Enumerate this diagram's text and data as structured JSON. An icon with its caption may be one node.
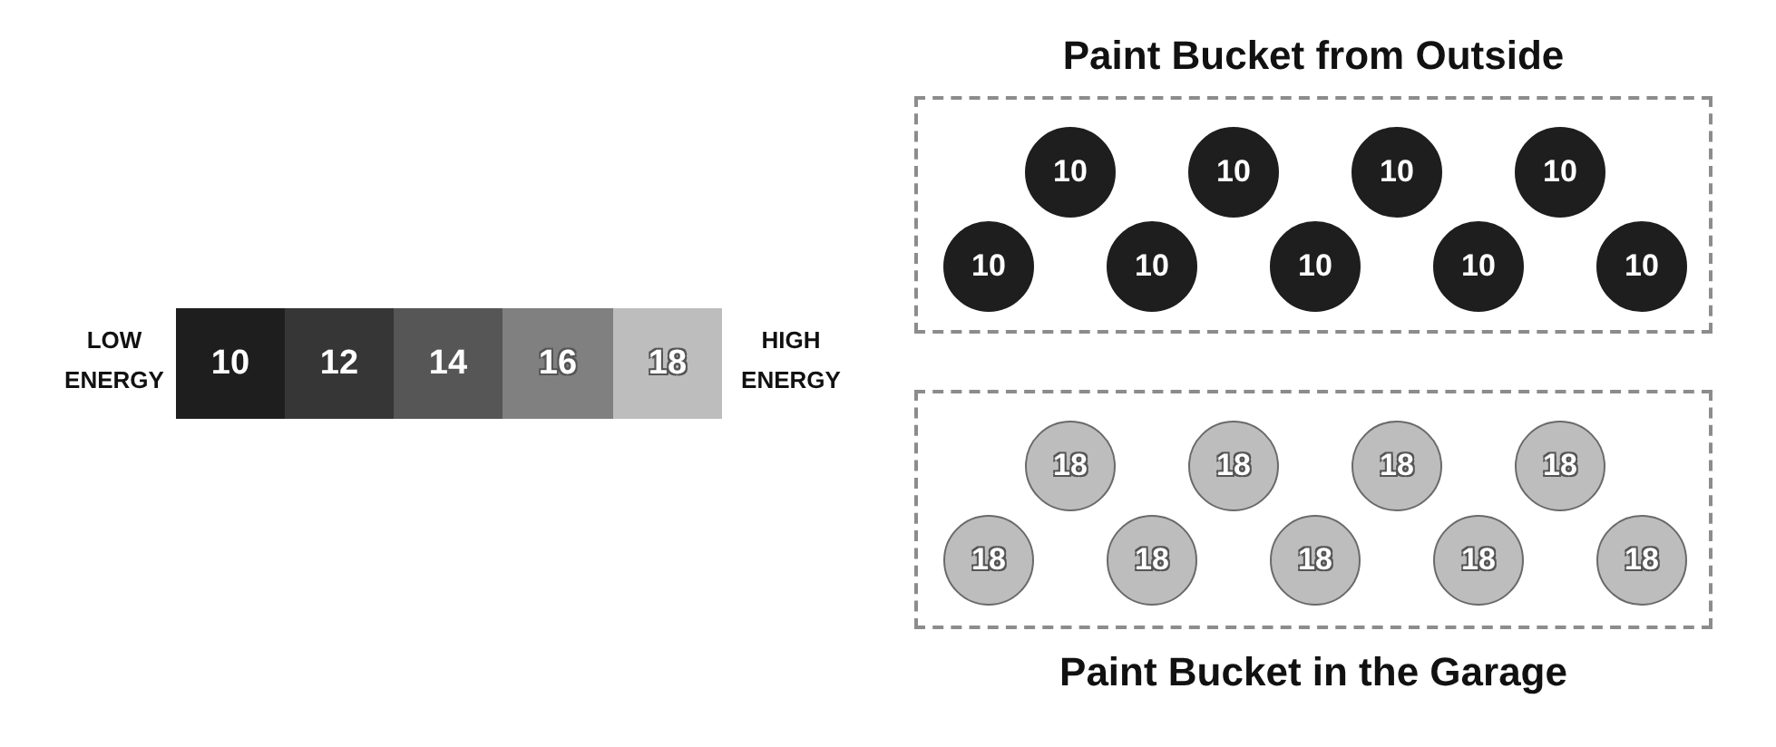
{
  "diagram": {
    "nodes": [
      {
        "text": [
          "10"
        ]
      },
      {
        "text": [
          "12"
        ]
      },
      {
        "text": [
          "14"
        ]
      },
      {
        "text": [
          "16"
        ]
      },
      {
        "text": [
          "18"
        ]
      },
      {
        "text": [
          "Paint Bucket from Outside"
        ]
      },
      {
        "text": [
          "10"
        ],
        "in": 5
      },
      {
        "text": [
          "10"
        ],
        "in": 5
      },
      {
        "text": [
          "10"
        ],
        "in": 5
      },
      {
        "text": [
          "10"
        ],
        "in": 5
      },
      {
        "text": [
          "10"
        ],
        "in": 5
      },
      {
        "text": [
          "10"
        ],
        "in": 5
      },
      {
        "text": [
          "10"
        ],
        "in": 5
      },
      {
        "text": [
          "10"
        ],
        "in": 5
      },
      {
        "text": [
          "10"
        ],
        "in": 5
      },
      {
        "text": [
          "Paint Bucket in the Garage"
        ]
      },
      {
        "text": [
          "18"
        ],
        "in": 15
      },
      {
        "text": [
          "18"
        ],
        "in": 15
      },
      {
        "text": [
          "18"
        ],
        "in": 15
      },
      {
        "text": [
          "18"
        ],
        "in": 15
      },
      {
        "text": [
          "18"
        ],
        "in": 15
      },
      {
        "text": [
          "18"
        ],
        "in": 15
      },
      {
        "text": [
          "18"
        ],
        "in": 15
      },
      {
        "text": [
          "18"
        ],
        "in": 15
      },
      {
        "text": [
          "18"
        ],
        "in": 15
      }
    ],
    "labels": [
      "LOW ENERGY",
      "HIGH ENERGY"
    ]
  }
}
